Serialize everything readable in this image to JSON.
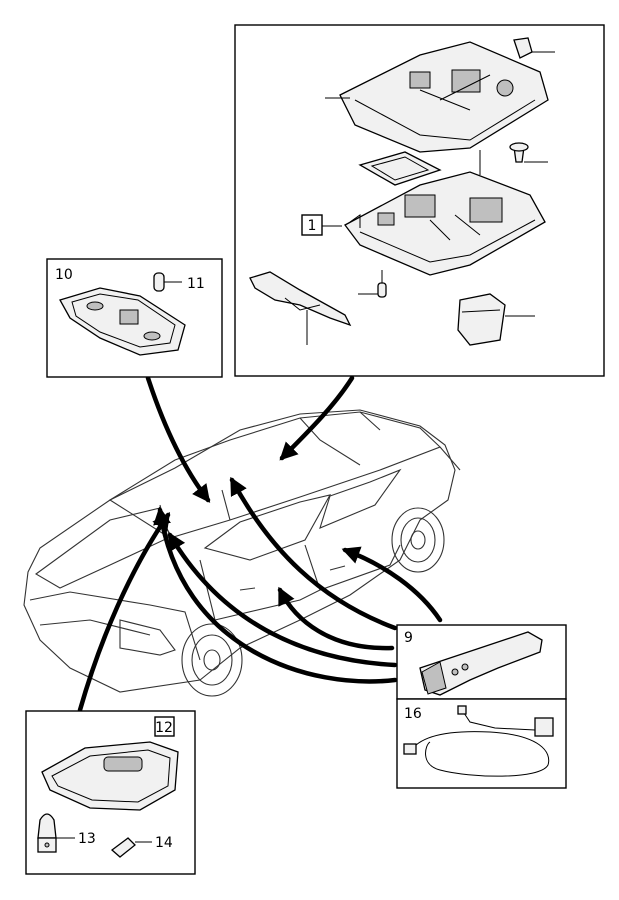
{
  "diagram": {
    "callouts": {
      "part_1": "1",
      "part_9": "9",
      "part_10": "10",
      "part_11": "11",
      "part_12": "12",
      "part_13": "13",
      "part_14": "14",
      "part_16": "16"
    },
    "colors": {
      "line": "#000000",
      "background": "#ffffff",
      "part_fill": "#f1f1f1"
    }
  }
}
